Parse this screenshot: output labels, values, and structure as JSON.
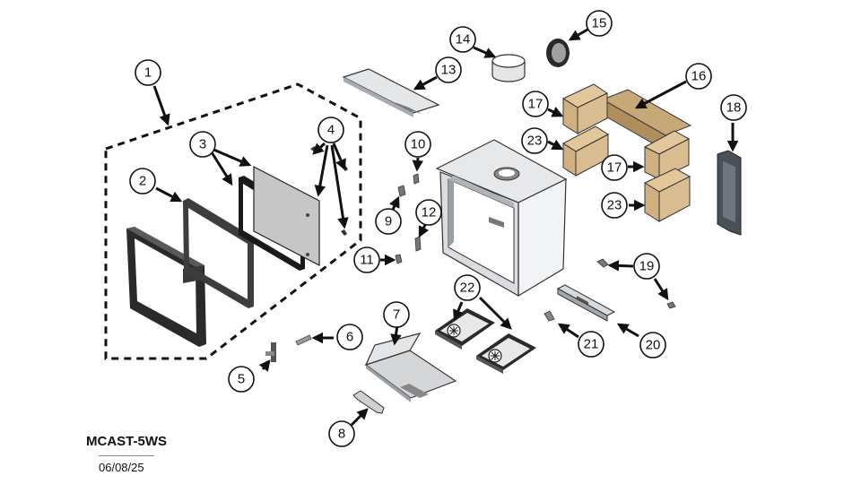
{
  "diagram": {
    "model_code": "MCAST-5WS",
    "date": "06/08/25",
    "callouts": [
      "1",
      "2",
      "3",
      "4",
      "5",
      "6",
      "7",
      "8",
      "9",
      "10",
      "11",
      "12",
      "13",
      "14",
      "15",
      "16",
      "17",
      "17",
      "18",
      "19",
      "20",
      "21",
      "22",
      "23",
      "23"
    ]
  },
  "colors": {
    "steel": "#c9ccd0",
    "steel_dark": "#8d9196",
    "brick": "#d9bc8f",
    "brick_dark": "#9c7d52",
    "frame": "#2a2a2a",
    "glass": "#c6c6c6"
  }
}
